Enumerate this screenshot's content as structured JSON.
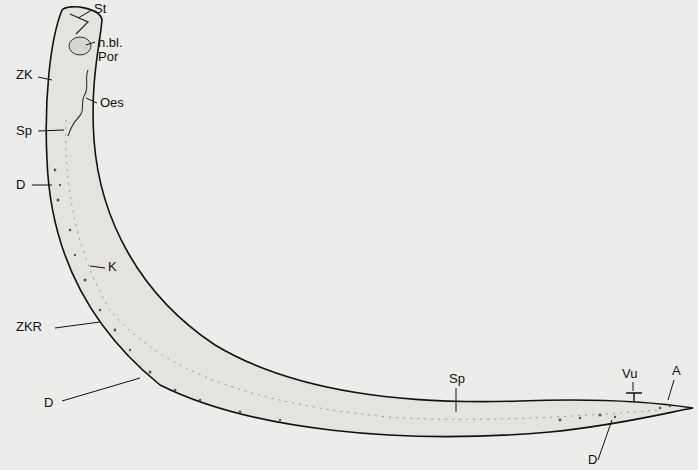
{
  "diagram": {
    "labels": [
      "St",
      "h.bl. Por",
      "ZK",
      "Oes",
      "Sp",
      "D",
      "K",
      "ZKR",
      "D",
      "Sp",
      "Vu",
      "A",
      "D"
    ]
  }
}
